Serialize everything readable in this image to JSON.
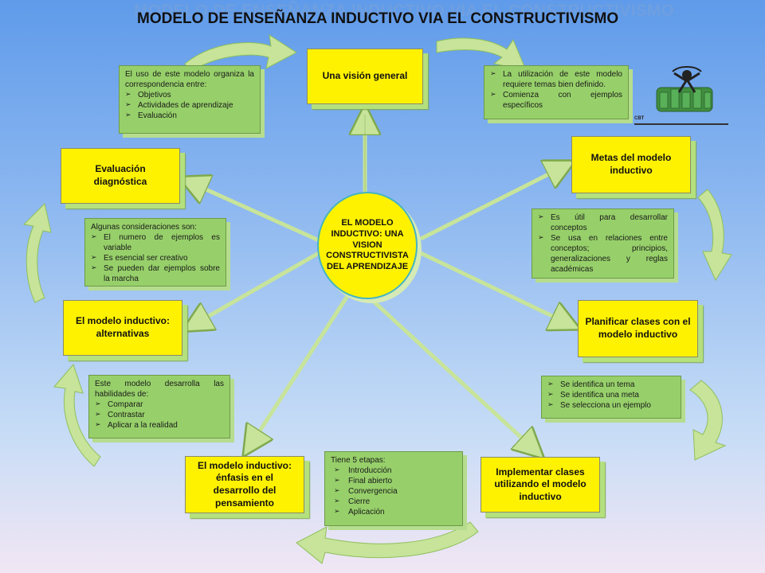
{
  "title": "MODELO DE ENSEÑANZA INDUCTIVO VIA EL CONSTRUCTIVISMO",
  "center": {
    "text": "EL MODELO INDUCTIVO: UNA VISION CONSTRUCTIVISTA DEL APRENDIZAJE"
  },
  "nodes": {
    "vision_general": "Una visión general",
    "metas": "Metas del modelo inductivo",
    "planificar": "Planificar clases con el modelo inductivo",
    "implementar": "Implementar clases utilizando el modelo inductivo",
    "enfasis": "El modelo inductivo: énfasis en el desarrollo del pensamiento",
    "alternativas": "El modelo inductivo: alternativas",
    "evaluacion": "Evaluación diagnóstica"
  },
  "notes": {
    "uso": {
      "head": "El uso de este modelo organiza la correspondencia entre:",
      "items": [
        "Objetivos",
        "Actividades de aprendizaje",
        "Evaluación"
      ]
    },
    "utilizacion": {
      "items": [
        "La utilización de este modelo requiere temas bien definido.",
        "Comienza con ejemplos específicos"
      ]
    },
    "metas_detalle": {
      "items": [
        "Es útil para desarrollar conceptos",
        "Se usa en relaciones entre conceptos; principios, generalizaciones y reglas académicas"
      ]
    },
    "planificar_detalle": {
      "items": [
        "Se identifica un tema",
        "Se identifica una meta",
        "Se selecciona un ejemplo"
      ]
    },
    "etapas": {
      "head": "Tiene 5 etapas:",
      "items": [
        "Introducción",
        "Final abierto",
        "Convergencia",
        "Cierre",
        "Aplicación"
      ]
    },
    "habilidades": {
      "head": "Este modelo desarrolla las habilidades de:",
      "items": [
        "Comparar",
        "Contrastar",
        "Aplicar a la realidad"
      ]
    },
    "consideraciones": {
      "head": "Algunas consideraciones son:",
      "items": [
        "El numero de ejemplos es variable",
        "Es esencial ser creativo",
        "Se pueden dar ejemplos sobre la marcha"
      ]
    }
  },
  "logo": {
    "label": "CBT"
  },
  "colors": {
    "node_fill": "#fff200",
    "note_fill": "#97d06a",
    "arrow_fill": "#c7e49a",
    "center_border": "#45b4c2"
  }
}
